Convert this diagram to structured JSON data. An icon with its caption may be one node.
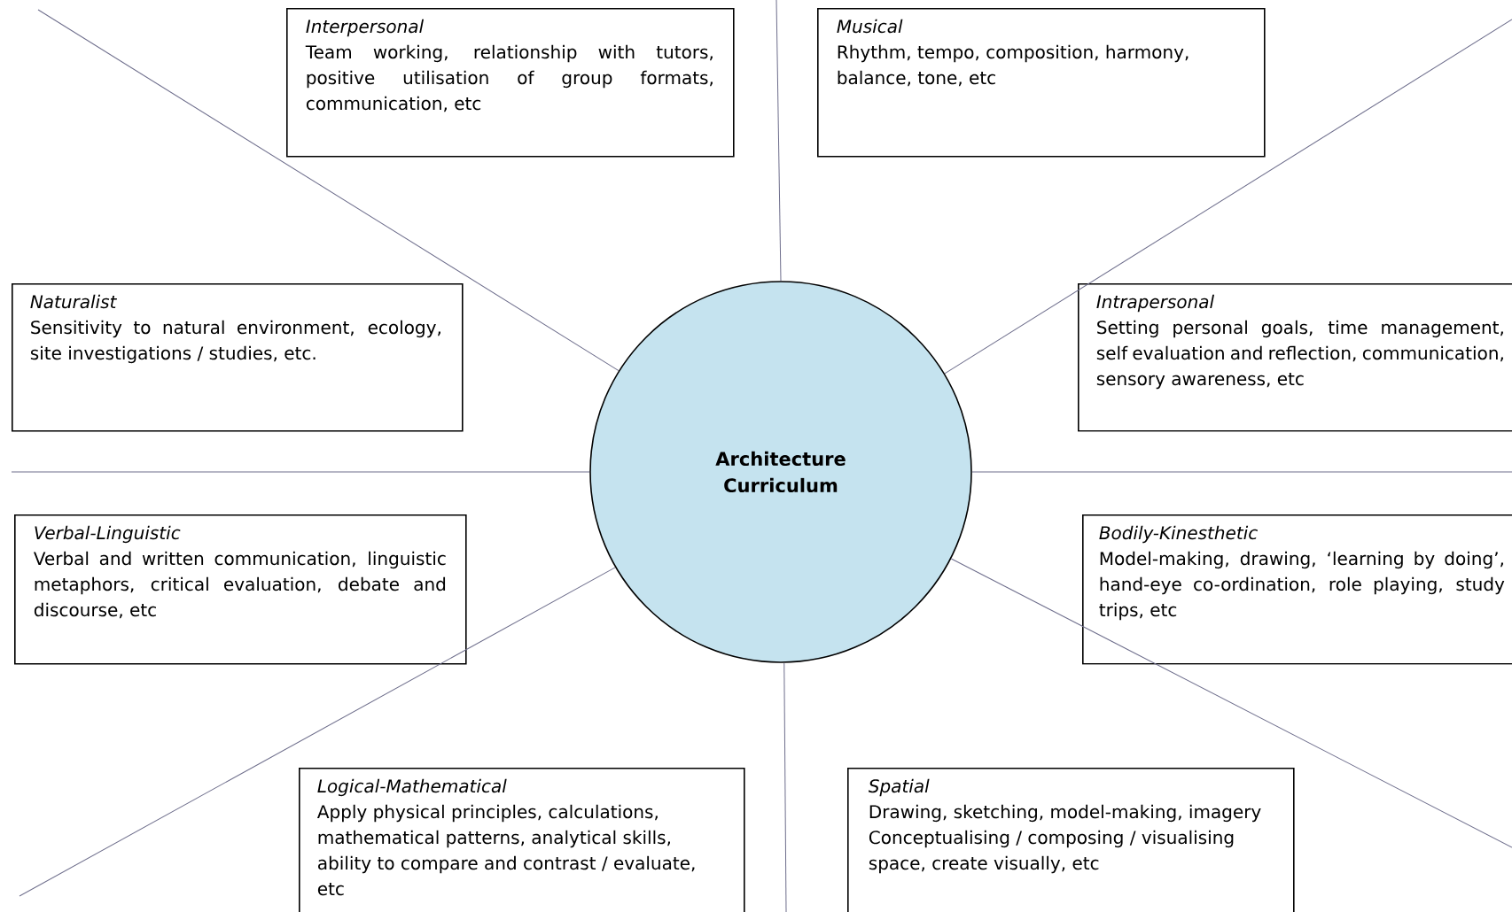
{
  "diagram": {
    "nodes": [
      {
        "text": [
          "Interpersonal",
          "Team working, relationship with tutors, positive utilisation of group formats, communication, etc"
        ]
      },
      {
        "text": [
          "Musical",
          "Rhythm, tempo, composition, harmony, balance, tone, etc"
        ]
      },
      {
        "text": [
          "Naturalist",
          "Sensitivity to natural environment, ecology, site investigations / studies, etc."
        ]
      },
      {
        "text": [
          "Architecture Curriculum"
        ]
      },
      {
        "text": [
          "Intrapersonal",
          "Setting personal goals, time management, self evaluation and reflection, communication, sensory awareness, etc"
        ]
      },
      {
        "text": [
          "Verbal-Linguistic",
          "Verbal and written communication, linguistic metaphors, critical evaluation, debate and discourse, etc"
        ]
      },
      {
        "text": [
          "Bodily-Kinesthetic",
          "Model-making, drawing, ‘learning by doing’, hand-eye co-ordination, role playing, study trips, etc"
        ]
      },
      {
        "text": [
          "Logical-Mathematical",
          "Apply physical principles, calculations, mathematical patterns, analytical skills, ability to compare and contrast / evaluate, etc"
        ]
      },
      {
        "text": [
          "Spatial",
          "Drawing, sketching, model-making, imagery",
          "Conceptualising / composing / visualising space, create visually, etc"
        ]
      }
    ],
    "edges": [
      {
        "from": 3,
        "to": null,
        "arrow": "none"
      },
      {
        "from": 3,
        "to": null,
        "arrow": "none"
      },
      {
        "from": 3,
        "to": null,
        "arrow": "none"
      },
      {
        "from": 3,
        "to": null,
        "arrow": "none"
      },
      {
        "from": 3,
        "to": null,
        "arrow": "none"
      },
      {
        "from": 3,
        "to": null,
        "arrow": "none"
      },
      {
        "from": 3,
        "to": null,
        "arrow": "none"
      },
      {
        "from": 3,
        "to": null,
        "arrow": "none"
      }
    ]
  }
}
